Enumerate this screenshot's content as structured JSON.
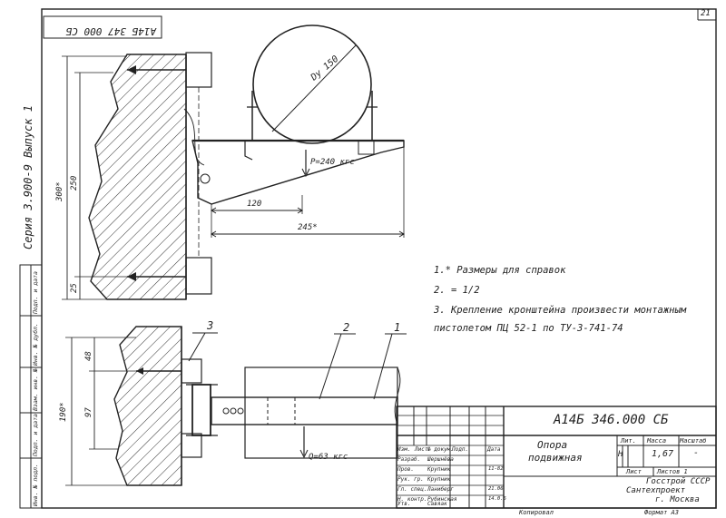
{
  "sheet_number": "21",
  "top_stamp": "А14Б 347 000 СБ",
  "series": "Серия 3.900-9 Выпуск 1",
  "side_block": [
    "Инв. № подл.",
    "Подп. и дата",
    "Взам. инв. №",
    "Инв. № дубл.",
    "Подп. и дата"
  ],
  "dims": {
    "dy": "Dу 150",
    "load_top": "P=240 кгс",
    "w120": "120",
    "w245": "245*",
    "h300": "300*",
    "h250": "250",
    "h25": "25",
    "h48": "48",
    "h97": "97",
    "h190": "190*",
    "load_bottom": "Q=63 кгс"
  },
  "callouts": [
    "3",
    "2",
    "1"
  ],
  "notes": [
    "1.* Размеры для справок",
    "2. = 1/2",
    "3. Крепление кронштейна произвести монтажным",
    "пистолетом  ПЦ 52-1 по ТУ-3-741-74"
  ],
  "title_block": {
    "doc_code": "А14Б 346.000 СБ",
    "name_line1": "Опора",
    "name_line2": "подвижная",
    "lit_header": "Лит.",
    "mass_header": "Масса",
    "scale_header": "Масштаб",
    "lit_value": "Н",
    "mass_value": "1,67",
    "scale_value": "-",
    "sheet_label": "Лист",
    "sheets_label": "Листов 1",
    "org_line1": "Госстрой СССР",
    "org_line2": "Сантехпроект",
    "org_line3": "г. Москва",
    "head": [
      "Изм.",
      "Лист",
      "№ докум.",
      "Подп.",
      "Дата"
    ],
    "rows": [
      {
        "role": "Разраб.",
        "name": "Шершнёва"
      },
      {
        "role": "Пров.",
        "name": "Крупник"
      },
      {
        "role": "Рук. гр.",
        "name": "Крупник"
      },
      {
        "role": "Гл. спец.",
        "name": "Ланиберг"
      },
      {
        "role": "Н. контр.",
        "name": "Рубинская"
      },
      {
        "role": "Утв.",
        "name": "Савяак"
      }
    ],
    "dates": [
      "11-82",
      "21.06",
      "14.0.6"
    ],
    "copied": "Копировал",
    "format": "Формат А3"
  }
}
